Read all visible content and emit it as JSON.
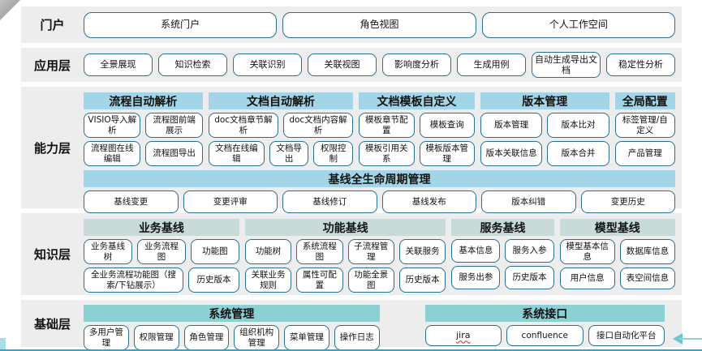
{
  "colors": {
    "band_bg": "#ededed",
    "header_blue": "#a3d5e8",
    "header_gray_teal": "#c8dbd9",
    "header_teal": "#8bd0d2",
    "button_border": "#27708f",
    "bottom_line": "#2fa8cc",
    "arrow": "#6cc7cd"
  },
  "portal": {
    "label": "门户",
    "buttons": [
      "系统门户",
      "角色视图",
      "个人工作空间"
    ]
  },
  "application": {
    "label": "应用层",
    "buttons": [
      "全景展现",
      "知识检索",
      "关联识别",
      "关联视图",
      "影响度分析",
      "生成用例",
      "自动生成导出文档",
      "稳定性分析"
    ]
  },
  "capability": {
    "label": "能力层",
    "groups": [
      {
        "title": "流程自动解析",
        "rows": [
          [
            "VISIO导入解析",
            "流程图前端展示"
          ],
          [
            "流程图在线编辑",
            "流程图导出"
          ]
        ]
      },
      {
        "title": "文档自动解析",
        "rows": [
          [
            "doc文档章节解析",
            "doc文档内容解析"
          ],
          [
            {
              "label": "文档在线编辑",
              "class": "w15"
            },
            "文档导出",
            "权限控制"
          ]
        ]
      },
      {
        "title": "文档模板自定义",
        "rows": [
          [
            "模板章节配置",
            "模板查询"
          ],
          [
            "模板引用关系",
            "模板版本管理"
          ]
        ]
      },
      {
        "title": "版本管理",
        "rows": [
          [
            "版本管理",
            "版本比对"
          ],
          [
            "版本关联信息",
            "版本合并"
          ]
        ]
      },
      {
        "title": "全局配置",
        "rows": [
          [
            "标签管理/自定义"
          ],
          [
            "产品管理"
          ]
        ]
      }
    ],
    "baseline": {
      "title": "基线全生命周期管理",
      "buttons": [
        "基线变更",
        "变更评审",
        "基线修订",
        "基线发布",
        "版本纠错",
        "变更历史"
      ]
    }
  },
  "knowledge": {
    "label": "知识层",
    "groups": [
      {
        "title": "业务基线",
        "rows": [
          [
            "业务基线树",
            "业务流程图",
            "功能图"
          ],
          [
            {
              "label": "全业务流程功能图（搜索/下钻展示）",
              "class": "w2"
            },
            "历史版本"
          ]
        ]
      },
      {
        "title": "功能基线",
        "rows": [
          [
            "功能树",
            "系统流程图",
            "子流程管理",
            "关联服务"
          ],
          [
            "关联业务规则",
            "属性可配置",
            "功能全景图",
            "历史版本"
          ]
        ]
      },
      {
        "title": "服务基线",
        "rows": [
          [
            "基本信息",
            "服务入参"
          ],
          [
            "服务出参",
            "历史版本"
          ]
        ]
      },
      {
        "title": "模型基线",
        "rows": [
          [
            "模型基本信息",
            "数据库信息"
          ],
          [
            "用户信息",
            "表空间信息"
          ]
        ]
      }
    ]
  },
  "foundation": {
    "label": "基础层",
    "groups": [
      {
        "title": "系统管理",
        "buttons": [
          "多用户管理",
          "权限管理",
          "角色管理",
          "组织机构管理",
          "菜单管理",
          "操作日志"
        ]
      },
      {
        "title": "系统接口",
        "buttons": [
          {
            "label": "jira",
            "class": "misspell"
          },
          {
            "label": "confluence",
            "class": "latin"
          },
          "接口自动化平台"
        ]
      }
    ]
  }
}
